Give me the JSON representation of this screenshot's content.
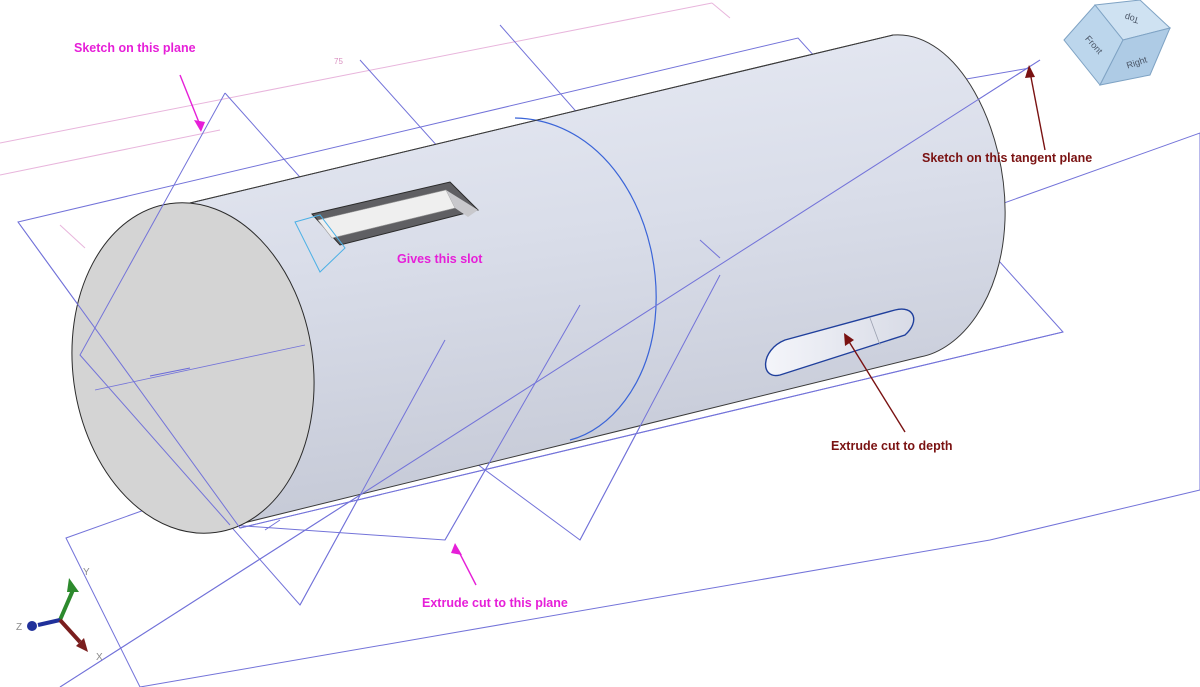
{
  "annotations": {
    "sketch_plane": "Sketch on this plane",
    "gives_slot": "Gives this slot",
    "extrude_to_plane": "Extrude cut to this plane",
    "sketch_tangent_plane": "Sketch on this tangent plane",
    "extrude_to_depth": "Extrude cut to depth"
  },
  "dimension_label": "75",
  "view_cube": {
    "top": "Top",
    "front": "Front",
    "right": "Right"
  },
  "axes": {
    "x": "X",
    "y": "Y",
    "z": "Z"
  },
  "colors": {
    "annotation_magenta": "#e61fd8",
    "annotation_maroon": "#7a1212",
    "plane_lines": "#7373d9",
    "shaft_body": "#dfe3ef",
    "shaft_end_face": "#d4d4d4",
    "view_cube": "#bcd6ec"
  }
}
